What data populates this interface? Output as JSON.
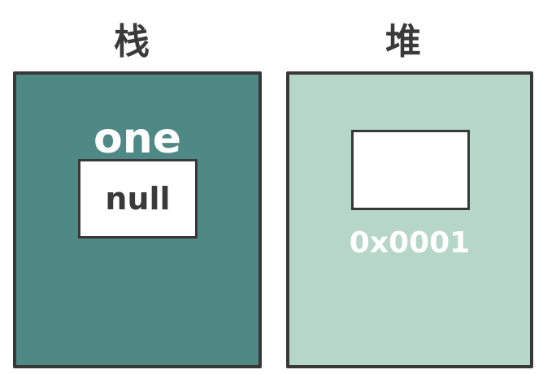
{
  "stack": {
    "title": "栈",
    "variable": "one",
    "value": "null",
    "color": "#4e8985"
  },
  "heap": {
    "title": "堆",
    "address": "0x0001",
    "color": "#b6d6ca"
  }
}
